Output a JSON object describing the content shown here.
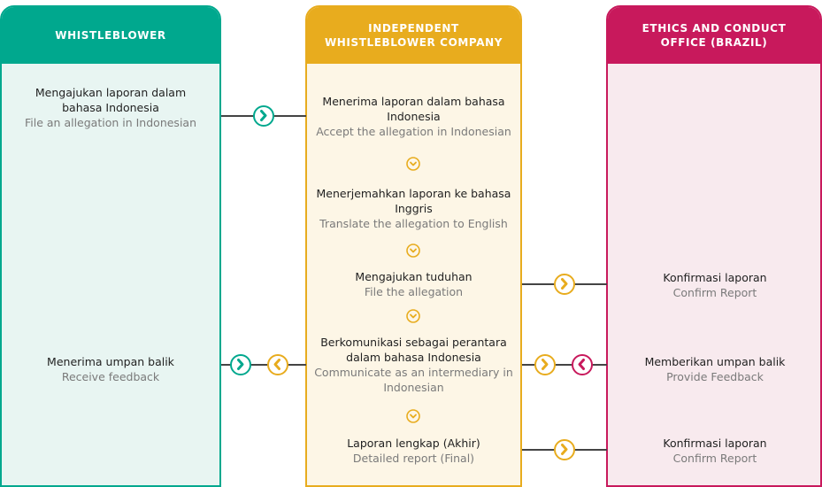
{
  "colors": {
    "teal": "#00a88e",
    "gold": "#e8ac1e",
    "crimson": "#c8195c"
  },
  "lanes": {
    "whistleblower": {
      "title": "WHISTLEBLOWER"
    },
    "company": {
      "title": "INDEPENDENT WHISTLEBLOWER COMPANY"
    },
    "ethics": {
      "title": "ETHICS AND CONDUCT OFFICE (BRAZIL)"
    }
  },
  "steps": {
    "wb_file": {
      "ind": "Mengajukan laporan dalam bahasa Indonesia",
      "en": "File an allegation in Indonesian"
    },
    "wb_receive": {
      "ind": "Menerima umpan balik",
      "en": "Receive feedback"
    },
    "co_accept": {
      "ind": "Menerima laporan dalam bahasa Indonesia",
      "en": "Accept the allegation in Indonesian"
    },
    "co_translate": {
      "ind": "Menerjemahkan laporan ke bahasa Inggris",
      "en": "Translate the allegation to English"
    },
    "co_file": {
      "ind": "Mengajukan tuduhan",
      "en": "File the allegation"
    },
    "co_communicate": {
      "ind": "Berkomunikasi sebagai perantara dalam bahasa Indonesia",
      "en": "Communicate as an intermediary in Indonesian"
    },
    "co_report": {
      "ind": "Laporan lengkap (Akhir)",
      "en": "Detailed report (Final)"
    },
    "et_confirm1": {
      "ind": "Konfirmasi laporan",
      "en": "Confirm Report"
    },
    "et_feedback": {
      "ind": "Memberikan umpan balik",
      "en": "Provide Feedback"
    },
    "et_confirm2": {
      "ind": "Konfirmasi laporan",
      "en": "Confirm Report"
    }
  },
  "icons": [
    "chevron-right-icon",
    "chevron-left-icon",
    "chevron-down-icon"
  ]
}
